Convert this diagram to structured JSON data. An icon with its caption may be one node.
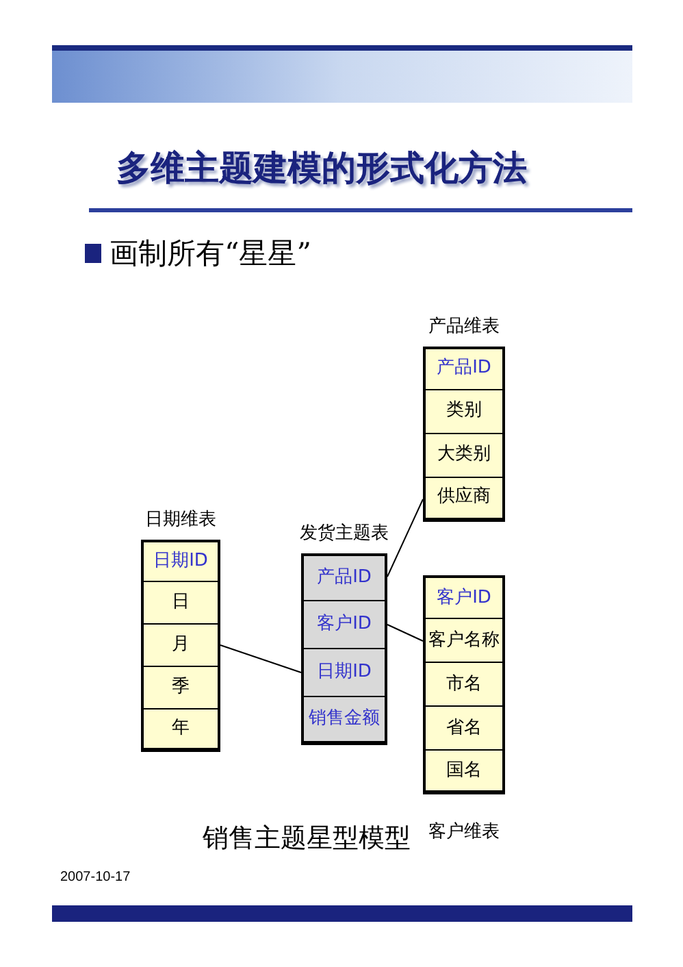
{
  "diagram": {
    "title": "多维主题建模的形式化方法",
    "caption": "销售主题星型模型",
    "nodes": [
      {
        "text": [
          "产品维表"
        ]
      },
      {
        "text": [
          "产品ID"
        ],
        "in": 0
      },
      {
        "text": [
          "类别"
        ],
        "in": 0
      },
      {
        "text": [
          "大类别"
        ],
        "in": 0
      },
      {
        "text": [
          "供应商"
        ],
        "in": 0
      },
      {
        "text": [
          "日期维表"
        ]
      },
      {
        "text": [
          "日期ID"
        ],
        "in": 5
      },
      {
        "text": [
          "日"
        ],
        "in": 5
      },
      {
        "text": [
          "月"
        ],
        "in": 5
      },
      {
        "text": [
          "季"
        ],
        "in": 5
      },
      {
        "text": [
          "年"
        ],
        "in": 5
      },
      {
        "text": [
          "发货主题表"
        ]
      },
      {
        "text": [
          "产品ID"
        ],
        "in": 11
      },
      {
        "text": [
          "客户ID"
        ],
        "in": 11
      },
      {
        "text": [
          "日期ID"
        ],
        "in": 11
      },
      {
        "text": [
          "销售金额"
        ],
        "in": 11
      },
      {
        "text": [
          "客户维表"
        ]
      },
      {
        "text": [
          "客户ID"
        ],
        "in": 16
      },
      {
        "text": [
          "客户名称"
        ],
        "in": 16
      },
      {
        "text": [
          "市名"
        ],
        "in": 16
      },
      {
        "text": [
          "省名"
        ],
        "in": 16
      },
      {
        "text": [
          "国名"
        ],
        "in": 16
      }
    ],
    "edges": [
      {
        "from": 12,
        "to": 4,
        "arrow": "none"
      },
      {
        "from": 13,
        "to": 18,
        "arrow": "none"
      },
      {
        "from": 8,
        "to": 14,
        "arrow": "none"
      }
    ],
    "labels": [
      "画制所有“星星”",
      "2007-10-17"
    ]
  }
}
